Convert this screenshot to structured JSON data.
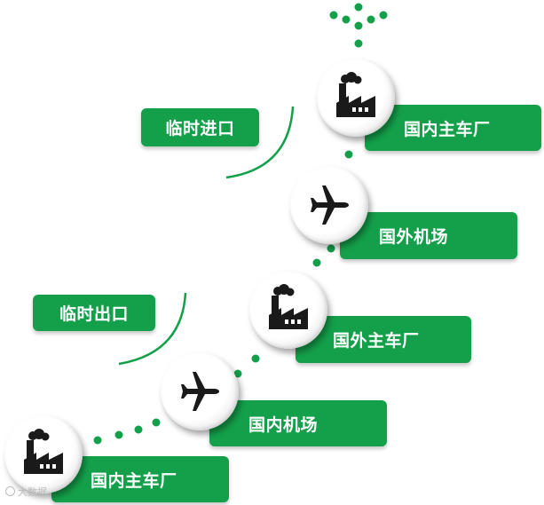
{
  "nodes": [
    {
      "label": "国内主车厂",
      "icon": "factory-icon"
    },
    {
      "label": "国内机场",
      "icon": "airplane-icon"
    },
    {
      "label": "国外主车厂",
      "icon": "factory-icon"
    },
    {
      "label": "国外机场",
      "icon": "airplane-icon"
    },
    {
      "label": "国内主车厂",
      "icon": "factory-icon"
    }
  ],
  "routes": {
    "export_label": "临时出口",
    "import_label": "临时进口"
  },
  "watermark": "大数据",
  "colors": {
    "accent": "#14a04a",
    "icon": "#1a1a1a",
    "dots": "#14a04a"
  }
}
